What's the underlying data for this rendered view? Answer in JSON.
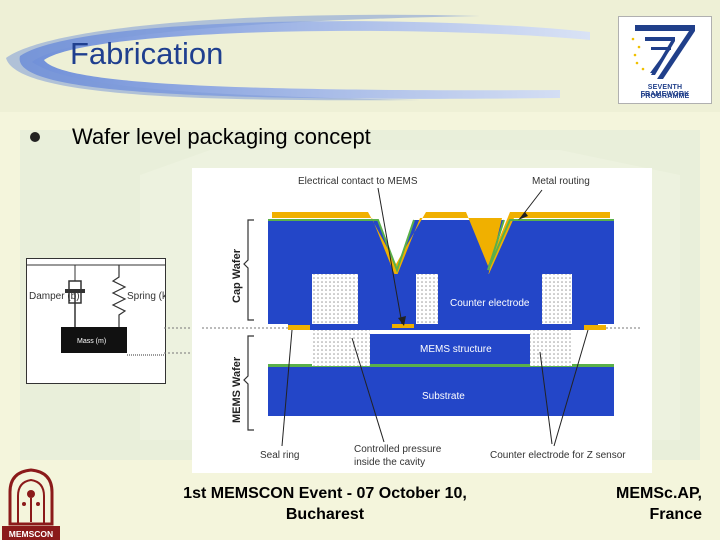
{
  "slide": {
    "title": "Fabrication",
    "bullet": "Wafer level packaging concept"
  },
  "logos": {
    "fp7_line1": "SEVENTH FRAMEWORK",
    "fp7_line2": "PROGRAMME",
    "memscon": "MEMSCON"
  },
  "mechanical_model": {
    "damper": "Damper (b)",
    "spring": "Spring (k)",
    "mass": "Mass (m)"
  },
  "diagram": {
    "side_cap": "Cap Wafer",
    "side_mems": "MEMS Wafer",
    "electrical_contact": "Electrical contact to MEMS",
    "metal_routing": "Metal routing",
    "counter_electrode": "Counter electrode",
    "mems_structure": "MEMS structure",
    "substrate": "Substrate",
    "seal_ring": "Seal ring",
    "controlled_pressure_1": "Controlled pressure",
    "controlled_pressure_2": "inside the cavity",
    "counter_electrode_z": "Counter electrode for Z sensor"
  },
  "footer": {
    "event_line1": "1st  MEMSCON Event - 07 October 10,",
    "event_line2": "Bucharest",
    "org_line1": "MEMSc.AP,",
    "org_line2": "France"
  },
  "colors": {
    "title": "#1f3f8f",
    "silicon": "#2346c8",
    "metal": "#f0b000",
    "seal": "#5ab04a",
    "background": "#f4f5dc"
  }
}
